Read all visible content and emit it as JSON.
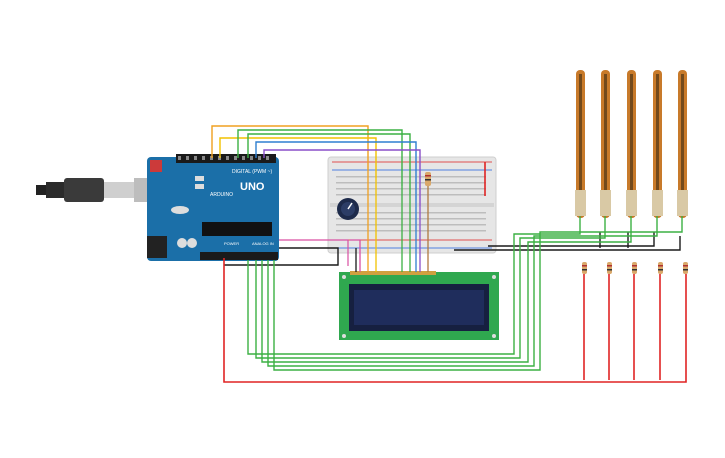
{
  "arduino": {
    "brand_text": "UNO",
    "digital_label": "DIGITAL (PWM ~)",
    "power_label": "POWER",
    "analog_label": "ANALOG IN",
    "logo_text": "ARDUINO"
  },
  "colors": {
    "background": "#ffffff",
    "board": "#1b6fa8",
    "wire_red": "#e02424",
    "wire_black": "#1a1a1a",
    "wire_green": "#3cb043",
    "wire_orange": "#f0a020",
    "wire_yellow": "#f2c200",
    "wire_blue": "#2f7fd0",
    "wire_purple": "#8a4fc8",
    "wire_pink": "#d94fa2",
    "lcd_board": "#2fa84f",
    "lcd_screen": "#1f2d5c",
    "flex_sensor": "#c87a2a",
    "breadboard": "#e6e6e6"
  },
  "components": {
    "flex_sensors": 5,
    "resistors_bottom": 5,
    "potentiometer": 1,
    "lcd": "16x2"
  }
}
